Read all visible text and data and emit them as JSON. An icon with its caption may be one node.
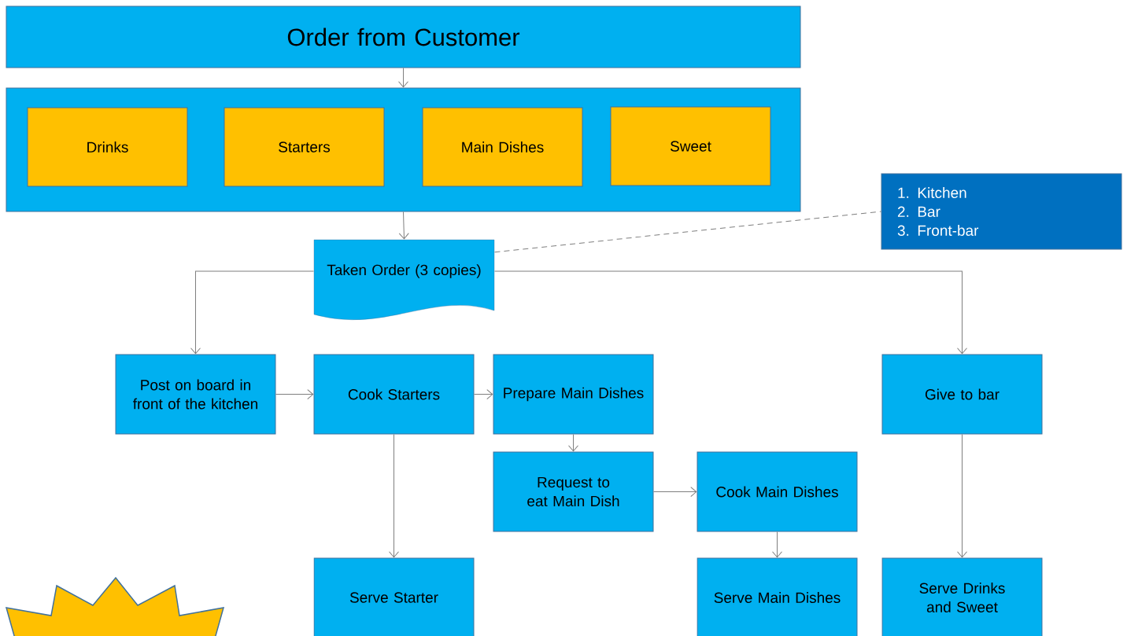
{
  "diagram": {
    "nodes": [
      {
        "text": [
          "Order from Customer"
        ]
      },
      {
        "text": [],
        "shape": "box"
      },
      {
        "text": [
          "Drinks"
        ],
        "in": 1
      },
      {
        "text": [
          "Starters"
        ],
        "in": 1
      },
      {
        "text": [
          "Main Dishes"
        ],
        "in": 1
      },
      {
        "text": [
          "Sweet"
        ],
        "in": 1
      },
      {
        "text": [
          "Taken Order (3 copies)"
        ]
      },
      {
        "text": [
          "1. Kitchen",
          "2. Bar",
          "3. Front-bar"
        ]
      },
      {
        "text": [
          "Post on board in front of the kitchen"
        ]
      },
      {
        "text": [
          "Cook Starters"
        ]
      },
      {
        "text": [
          "Prepare Main Dishes"
        ]
      },
      {
        "text": [
          "Give to bar"
        ]
      },
      {
        "text": [
          "Request to eat Main Dish"
        ]
      },
      {
        "text": [
          "Cook Main Dishes"
        ]
      },
      {
        "text": [
          "Serve Starter"
        ]
      },
      {
        "text": [
          "Serve Main Dishes"
        ]
      },
      {
        "text": [
          "Serve Drinks and Sweet"
        ]
      }
    ],
    "edges": [
      {
        "from": 0,
        "to": 1,
        "arrow": "to"
      },
      {
        "from": 1,
        "to": 6,
        "arrow": "to"
      },
      {
        "from": 6,
        "to": 7,
        "arrow": "none",
        "style": "dashed"
      },
      {
        "from": 6,
        "to": 8,
        "arrow": "to"
      },
      {
        "from": 6,
        "to": 11,
        "arrow": "to"
      },
      {
        "from": 8,
        "to": 9,
        "arrow": "to"
      },
      {
        "from": 9,
        "to": 10,
        "arrow": "to"
      },
      {
        "from": 9,
        "to": 14,
        "arrow": "to"
      },
      {
        "from": 10,
        "to": 12,
        "arrow": "to"
      },
      {
        "from": 12,
        "to": 13,
        "arrow": "to"
      },
      {
        "from": 13,
        "to": 15,
        "arrow": "to"
      },
      {
        "from": 11,
        "to": 16,
        "arrow": "to"
      }
    ]
  }
}
